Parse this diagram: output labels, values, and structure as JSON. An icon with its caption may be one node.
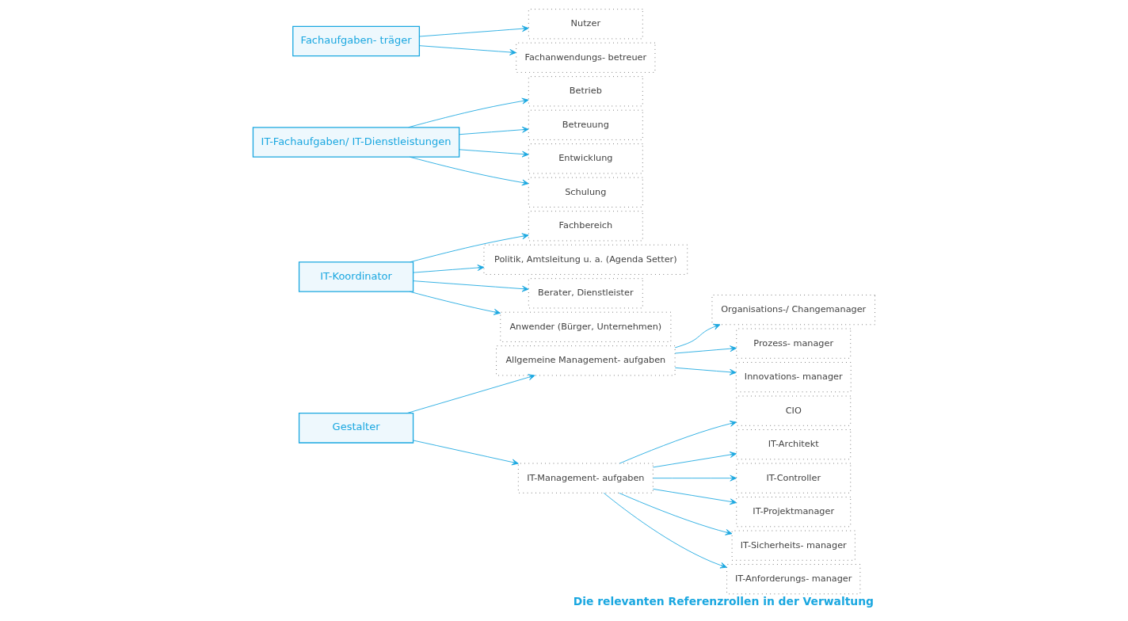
{
  "diagram": {
    "caption": "Die relevanten Referenzrollen in der Verwaltung",
    "nodes": [
      {
        "text": [
          "Gestalter"
        ]
      },
      {
        "text": [
          "Allgemeine Management- aufgaben"
        ]
      },
      {
        "text": [
          "IT-Management- aufgaben"
        ]
      },
      {
        "text": [
          "Organisations-/ Changemanager"
        ]
      },
      {
        "text": [
          "Prozess- manager"
        ]
      },
      {
        "text": [
          "Innovations- manager"
        ]
      },
      {
        "text": [
          "CIO"
        ]
      },
      {
        "text": [
          "IT-Architekt"
        ]
      },
      {
        "text": [
          "IT-Controller"
        ]
      },
      {
        "text": [
          "IT-Projektmanager"
        ]
      },
      {
        "text": [
          "IT-Sicherheits- manager"
        ]
      },
      {
        "text": [
          "IT-Anforderungs- manager"
        ]
      },
      {
        "text": [
          "IT-Koordinator"
        ]
      },
      {
        "text": [
          "Fachbereich"
        ]
      },
      {
        "text": [
          "Politik, Amtsleitung u. a. (Agenda Setter)"
        ]
      },
      {
        "text": [
          "Berater, Dienstleister"
        ]
      },
      {
        "text": [
          "Anwender (Bürger, Unternehmen)"
        ]
      },
      {
        "text": [
          "IT-Fachaufgaben/ IT-Dienstleistungen"
        ]
      },
      {
        "text": [
          "Betrieb"
        ]
      },
      {
        "text": [
          "Betreuung"
        ]
      },
      {
        "text": [
          "Entwicklung"
        ]
      },
      {
        "text": [
          "Schulung"
        ]
      },
      {
        "text": [
          "Fachaufgaben- träger"
        ]
      },
      {
        "text": [
          "Nutzer"
        ]
      },
      {
        "text": [
          "Fachanwendungs- betreuer"
        ]
      }
    ],
    "edges": [
      {
        "from": 0,
        "to": 1,
        "arrow": "to"
      },
      {
        "from": 0,
        "to": 2,
        "arrow": "to"
      },
      {
        "from": 1,
        "to": 3,
        "arrow": "to"
      },
      {
        "from": 1,
        "to": 4,
        "arrow": "to"
      },
      {
        "from": 1,
        "to": 5,
        "arrow": "to"
      },
      {
        "from": 2,
        "to": 6,
        "arrow": "to"
      },
      {
        "from": 2,
        "to": 7,
        "arrow": "to"
      },
      {
        "from": 2,
        "to": 8,
        "arrow": "to"
      },
      {
        "from": 2,
        "to": 9,
        "arrow": "to"
      },
      {
        "from": 2,
        "to": 10,
        "arrow": "to"
      },
      {
        "from": 2,
        "to": 11,
        "arrow": "to"
      },
      {
        "from": 12,
        "to": 13,
        "arrow": "to"
      },
      {
        "from": 12,
        "to": 14,
        "arrow": "to"
      },
      {
        "from": 12,
        "to": 15,
        "arrow": "to"
      },
      {
        "from": 12,
        "to": 16,
        "arrow": "to"
      },
      {
        "from": 17,
        "to": 18,
        "arrow": "to"
      },
      {
        "from": 17,
        "to": 19,
        "arrow": "to"
      },
      {
        "from": 17,
        "to": 20,
        "arrow": "to"
      },
      {
        "from": 17,
        "to": 21,
        "arrow": "to"
      },
      {
        "from": 22,
        "to": 23,
        "arrow": "to"
      },
      {
        "from": 22,
        "to": 24,
        "arrow": "to"
      }
    ]
  }
}
